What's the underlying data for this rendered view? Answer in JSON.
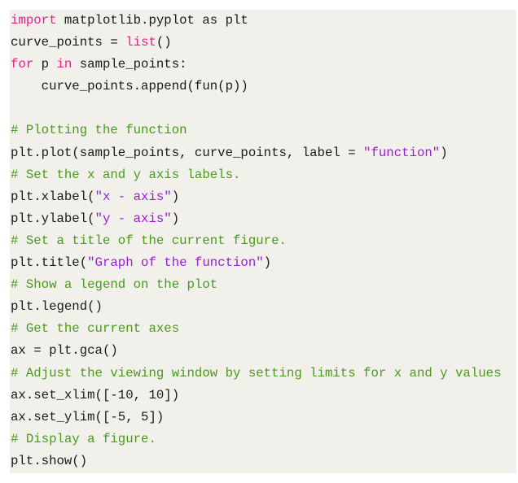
{
  "colors": {
    "background": "#f2f0eb",
    "keyword": "#e6208c",
    "string": "#9a1fd0",
    "comment": "#4a9a1c",
    "text": "#1a1a1a"
  },
  "code_lines": [
    [
      {
        "t": "kw",
        "v": "import"
      },
      {
        "t": "plain",
        "v": " matplotlib.pyplot as plt"
      }
    ],
    [
      {
        "t": "plain",
        "v": "curve_points = "
      },
      {
        "t": "kw",
        "v": "list"
      },
      {
        "t": "plain",
        "v": "()"
      }
    ],
    [
      {
        "t": "kw",
        "v": "for"
      },
      {
        "t": "plain",
        "v": " p "
      },
      {
        "t": "kw",
        "v": "in"
      },
      {
        "t": "plain",
        "v": " sample_points:"
      }
    ],
    [
      {
        "t": "plain",
        "v": "    curve_points.append(fun(p))"
      }
    ],
    [],
    [
      {
        "t": "com",
        "v": "# Plotting the function"
      }
    ],
    [
      {
        "t": "plain",
        "v": "plt.plot(sample_points, curve_points, label = "
      },
      {
        "t": "str",
        "v": "\"function\""
      },
      {
        "t": "plain",
        "v": ")"
      }
    ],
    [
      {
        "t": "com",
        "v": "# Set the x and y axis labels."
      }
    ],
    [
      {
        "t": "plain",
        "v": "plt.xlabel("
      },
      {
        "t": "str",
        "v": "\"x - axis\""
      },
      {
        "t": "plain",
        "v": ")"
      }
    ],
    [
      {
        "t": "plain",
        "v": "plt.ylabel("
      },
      {
        "t": "str",
        "v": "\"y - axis\""
      },
      {
        "t": "plain",
        "v": ")"
      }
    ],
    [
      {
        "t": "com",
        "v": "# Set a title of the current figure."
      }
    ],
    [
      {
        "t": "plain",
        "v": "plt.title("
      },
      {
        "t": "str",
        "v": "\"Graph of the function\""
      },
      {
        "t": "plain",
        "v": ")"
      }
    ],
    [
      {
        "t": "com",
        "v": "# Show a legend on the plot"
      }
    ],
    [
      {
        "t": "plain",
        "v": "plt.legend()"
      }
    ],
    [
      {
        "t": "com",
        "v": "# Get the current axes"
      }
    ],
    [
      {
        "t": "plain",
        "v": "ax = plt.gca()"
      }
    ],
    [
      {
        "t": "com",
        "v": "# Adjust the viewing window by setting limits for x and y values"
      }
    ],
    [
      {
        "t": "plain",
        "v": "ax.set_xlim([-10, 10])"
      }
    ],
    [
      {
        "t": "plain",
        "v": "ax.set_ylim([-5, 5])"
      }
    ],
    [
      {
        "t": "com",
        "v": "# Display a figure."
      }
    ],
    [
      {
        "t": "plain",
        "v": "plt.show()"
      }
    ]
  ]
}
